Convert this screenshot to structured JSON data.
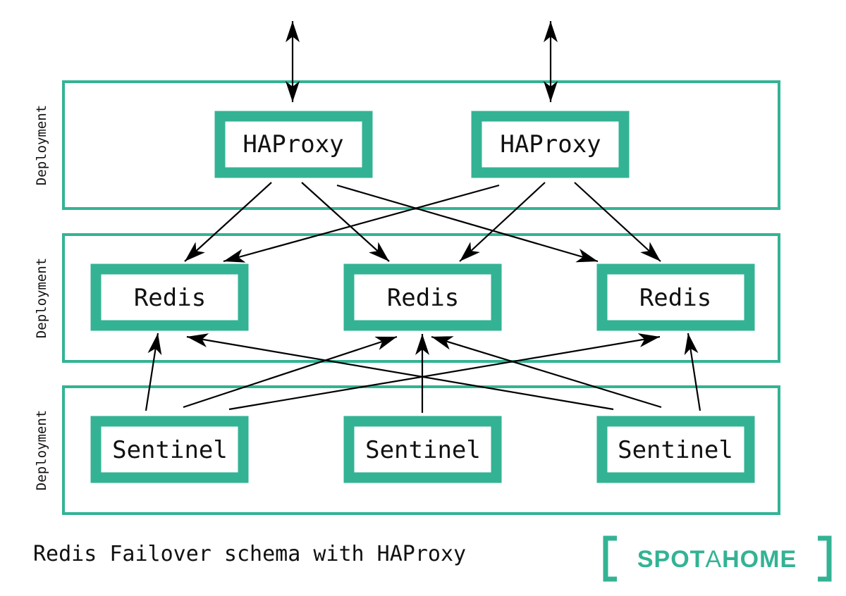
{
  "groups": [
    {
      "label": "Deployment"
    },
    {
      "label": "Deployment"
    },
    {
      "label": "Deployment"
    }
  ],
  "nodes": {
    "haproxy": [
      {
        "label": "HAProxy"
      },
      {
        "label": "HAProxy"
      }
    ],
    "redis": [
      {
        "label": "Redis"
      },
      {
        "label": "Redis"
      },
      {
        "label": "Redis"
      }
    ],
    "sentinel": [
      {
        "label": "Sentinel"
      },
      {
        "label": "Sentinel"
      },
      {
        "label": "Sentinel"
      }
    ]
  },
  "caption": "Redis Failover schema with HAProxy",
  "logo": {
    "part1": "SPOT",
    "part2": "A",
    "part3": "HOME"
  },
  "colors": {
    "accent": "#33b394",
    "arrow": "#000000"
  }
}
